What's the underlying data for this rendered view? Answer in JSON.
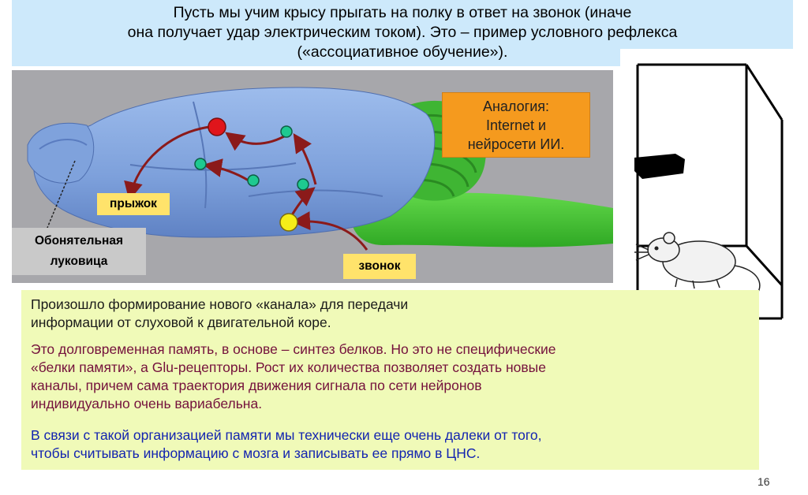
{
  "title": {
    "lines": [
      "Пусть мы учим крысу прыгать на полку в ответ на звонок (иначе",
      "она получает удар электрическим током). Это – пример условного рефлекса",
      "(«ассоциативное обучение»)."
    ]
  },
  "brain": {
    "labels": {
      "jump": "прыжок",
      "bell": "звонок",
      "olfactory_line1": "Обонятельная",
      "olfactory_line2": "луковица"
    },
    "colors": {
      "panel_bg": "#a7a7ab",
      "cortex": "#7fa3de",
      "cerebellum": "#4fc83a",
      "arrow": "#8b1a1a",
      "label_bg": "#ffe36b",
      "olfactory_label_bg": "#c9c9c9"
    }
  },
  "analogy": {
    "lines": [
      "Аналогия:",
      "Internet и",
      "нейросети ИИ."
    ],
    "color": "#f59a1e"
  },
  "icons": {
    "chamber": "rat-in-chamber-illustration"
  },
  "body": {
    "p1_lines": [
      "Произошло формирование нового «канала» для передачи",
      "информации от слуховой к двигательной коре."
    ],
    "p2_lines": [
      "Это долговременная память, в основе – синтез белков. Но это не специфические",
      "«белки памяти», а Glu-рецепторы. Рост их количества позволяет создать новые",
      "каналы, причем сама траектория движения сигнала по сети нейронов",
      "индивидуально очень вариабельна."
    ],
    "p3_lines": [
      "В связи с такой организацией памяти мы технически еще очень далеки от того,",
      "чтобы считывать информацию с мозга и записывать ее прямо в ЦНС."
    ],
    "colors": {
      "bg": "#f0fab8",
      "p1": "#1a1a1a",
      "p2": "#74113c",
      "p3": "#1324b0"
    }
  },
  "page_number": "16"
}
